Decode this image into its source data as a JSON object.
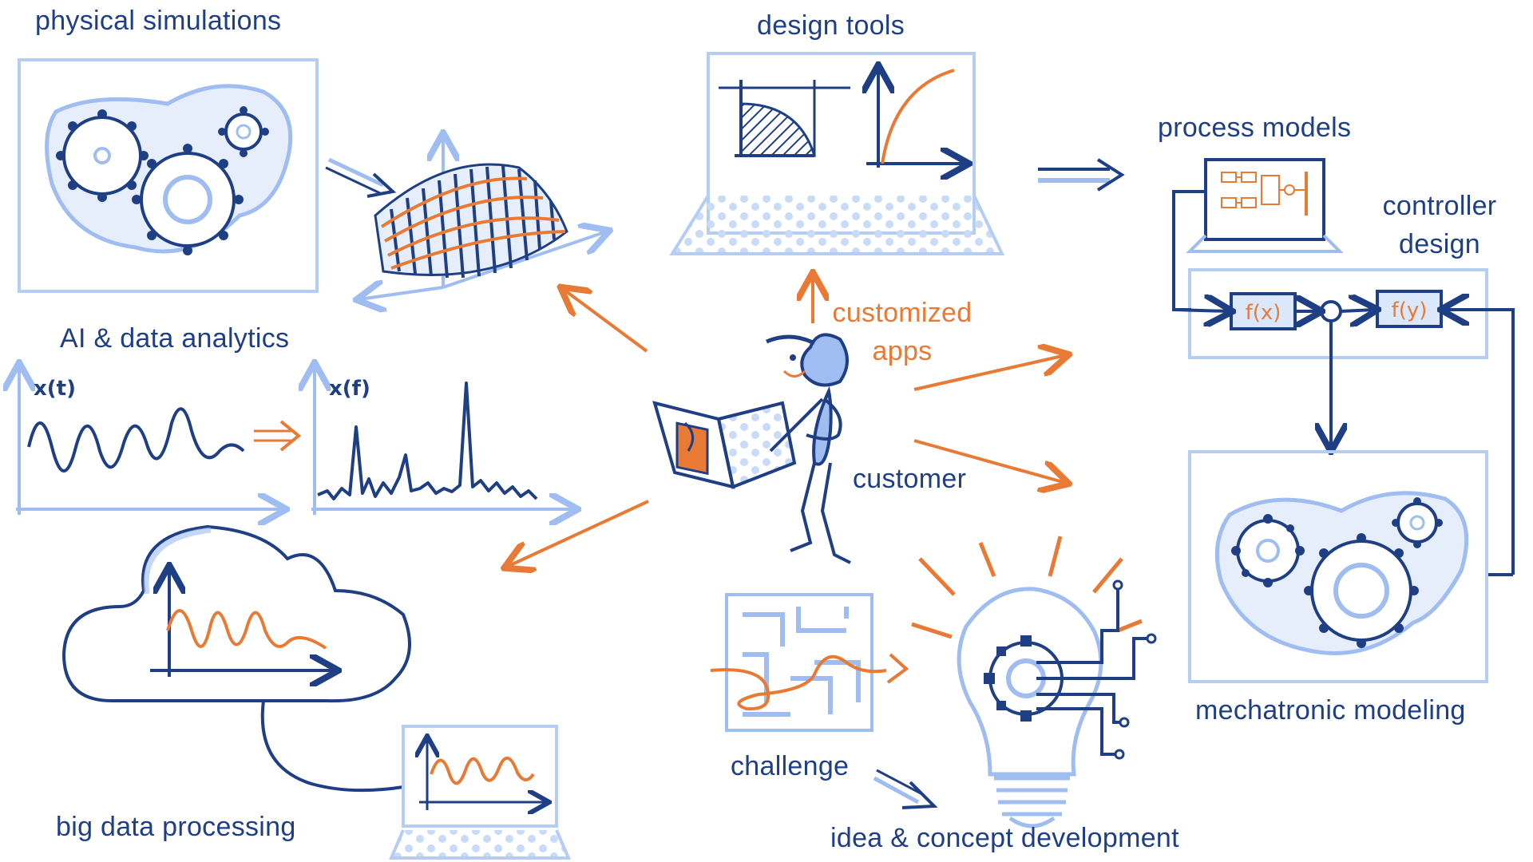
{
  "labels": {
    "physical_simulations": "physical simulations",
    "design_tools": "design tools",
    "process_models": "process models",
    "controller_design_line1": "controller",
    "controller_design_line2": "design",
    "ai_data_analytics": "AI & data analytics",
    "customized_apps_line1": "customized",
    "customized_apps_line2": "apps",
    "customer": "customer",
    "big_data_processing": "big data processing",
    "challenge": "challenge",
    "mechatronic_modeling": "mechatronic modeling",
    "idea_concept_development": "idea & concept development"
  },
  "plot_labels": {
    "time_signal": "x(t)",
    "freq_spectrum": "x(f)"
  },
  "block_labels": {
    "fx": "f(x)",
    "fy": "f(y)"
  },
  "colors": {
    "dark_blue": "#1f3f85",
    "light_blue": "#9fbdf0",
    "pale_blue": "#dbe7fb",
    "orange": "#e87a35"
  }
}
